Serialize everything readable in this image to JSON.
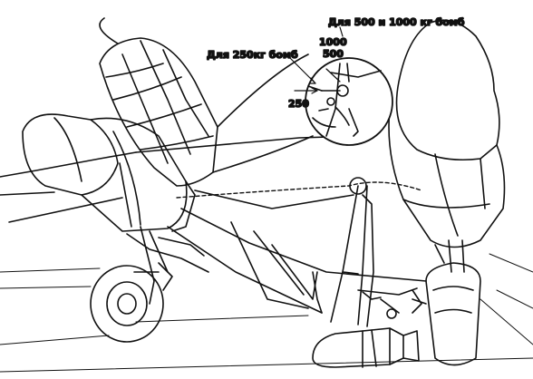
{
  "labels": {
    "bombs_500_1000": "Для 500 и 1000 кг бомб",
    "bombs_250": "Для 250кг бомб",
    "mark_1000": "1000",
    "mark_500": "500",
    "mark_250": "250"
  },
  "colors": {
    "ink": "#111111",
    "paper": "#ffffff",
    "shade": "#555555"
  }
}
